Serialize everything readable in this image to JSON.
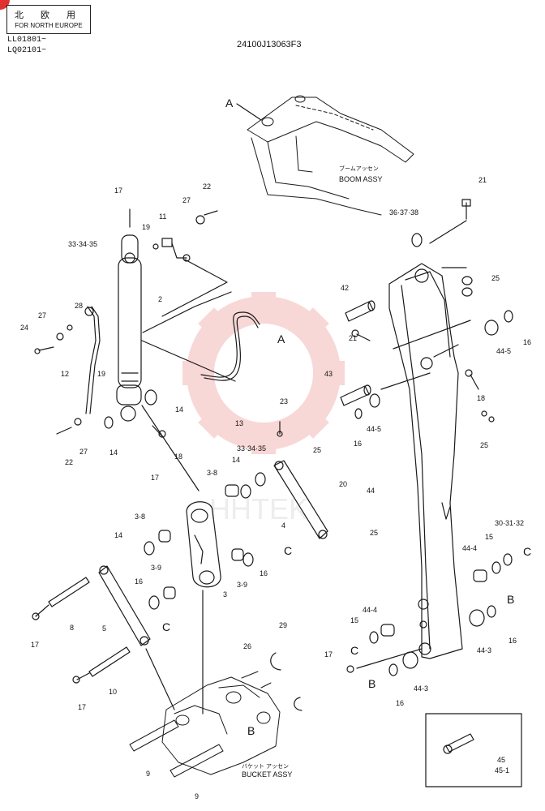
{
  "header": {
    "region_jp": "北 欧 用",
    "region_en": "FOR NORTH EUROPE",
    "serial_1": "LL01801~",
    "serial_2": "LQ02101~",
    "document_number": "24100J13063F3"
  },
  "assemblies": {
    "boom_jp": "ブームアッセン",
    "boom_en": "BOOM ASSY",
    "bucket_jp": "バケット アッセン",
    "bucket_en": "BUCKET ASSY"
  },
  "watermark": "HHTEK",
  "callouts": {
    "c17a": "17",
    "c22a": "22",
    "c27a": "27",
    "c19a": "19",
    "c11": "11",
    "c333435a": "33·34·35",
    "c2": "2",
    "c28": "28",
    "c27b": "27",
    "c24": "24",
    "c12": "12",
    "c19b": "19",
    "c14a": "14",
    "c18a": "18",
    "c13": "13",
    "cA1": "A",
    "cA2": "A",
    "c27c": "27",
    "c22b": "22",
    "c14b": "14",
    "c21a": "21",
    "c363738": "36·37·38",
    "c25a": "25",
    "c42": "42",
    "c21b": "21",
    "c445a": "44-5",
    "c16a": "16",
    "c43": "43",
    "c18b": "18",
    "c445b": "44-5",
    "c16b": "16",
    "c25b": "25",
    "c23": "23",
    "c333435b": "33·34·35",
    "c25c": "25",
    "c38a": "3-8",
    "c14c": "14",
    "c20": "20",
    "c4": "4",
    "c44": "44",
    "c17b": "17",
    "c38b": "3-8",
    "c14d": "14",
    "c25d": "25",
    "cC1": "C",
    "c303132": "30·31·32",
    "cC2": "C",
    "c15a": "15",
    "c444a": "44-4",
    "c39a": "3-9",
    "c16c": "16",
    "c39b": "3-9",
    "c16d": "16",
    "c3": "3",
    "c5": "5",
    "cC3": "C",
    "c8": "8",
    "c17c": "17",
    "c444b": "44-4",
    "c15b": "15",
    "cB1": "B",
    "c443a": "44-3",
    "c16e": "16",
    "cC4": "C",
    "c17d": "17",
    "c29": "29",
    "c26": "26",
    "c10": "10",
    "c17e": "17",
    "cB2": "B",
    "c443b": "44-3",
    "c16f": "16",
    "cB3": "B",
    "c9a": "9",
    "c9b": "9",
    "c45": "45",
    "c451": "45-1"
  },
  "colors": {
    "line": "#1a1a1a",
    "watermark": "#f4b8b8",
    "badge": "#e03030"
  }
}
